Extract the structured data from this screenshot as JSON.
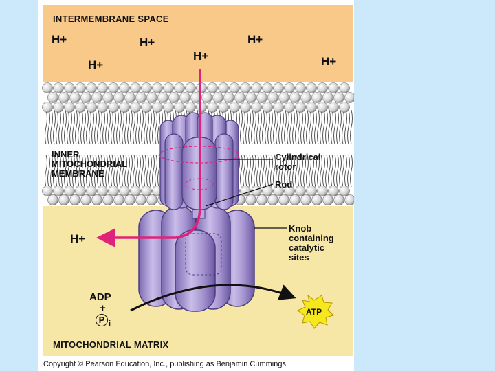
{
  "labels": {
    "intermembrane_space": "INTERMEMBRANE SPACE",
    "mitochondrial_matrix": "MITOCHONDRIAL MATRIX",
    "inner_membrane": [
      "INNER",
      "MITOCHONDRIAL",
      "MEMBRANE"
    ],
    "cylindrical_rotor": [
      "Cylindrical",
      "rotor"
    ],
    "rod": "Rod",
    "knob": [
      "Knob",
      "containing",
      "catalytic",
      "sites"
    ],
    "adp": "ADP",
    "plus": "+",
    "pi_symbol": "P",
    "pi_sub": "i",
    "atp": "ATP",
    "copyright": "Copyright © Pearson Education, Inc., publishing as Benjamin Cummings."
  },
  "protons": [
    "H+",
    "H+",
    "H+",
    "H+",
    "H+",
    "H+",
    "H+"
  ],
  "colors": {
    "intermembrane": "#f9c98a",
    "matrix": "#f6e7a7",
    "protein": "#a493cf",
    "arrow": "#e0237a",
    "atp_burst": "#f7e81e",
    "background": "#cce9fb"
  }
}
